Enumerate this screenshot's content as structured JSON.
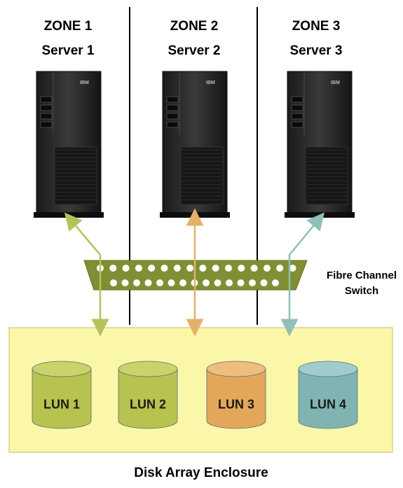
{
  "zones": [
    {
      "zone_label": "ZONE 1",
      "server_label": "Server 1",
      "link_color": "#b4c25c"
    },
    {
      "zone_label": "ZONE 2",
      "server_label": "Server 2",
      "link_color": "#e3b268"
    },
    {
      "zone_label": "ZONE 3",
      "server_label": "Server 3",
      "link_color": "#8fc0b8"
    }
  ],
  "server_badge": "IBM",
  "switch": {
    "label_line1": "Fibre Channel",
    "label_line2": "Switch",
    "color": "#7f8f33"
  },
  "luns": [
    {
      "label": "LUN 1",
      "fill": "#b7c24f",
      "top": "#c9d36a"
    },
    {
      "label": "LUN 2",
      "fill": "#b7c24f",
      "top": "#c9d36a"
    },
    {
      "label": "LUN 3",
      "fill": "#e4a75a",
      "top": "#eebe7a"
    },
    {
      "label": "LUN 4",
      "fill": "#7fb4b3",
      "top": "#a2cccb"
    }
  ],
  "enclosure": {
    "label": "Disk Array Enclosure",
    "fill": "#fbf7a8"
  }
}
